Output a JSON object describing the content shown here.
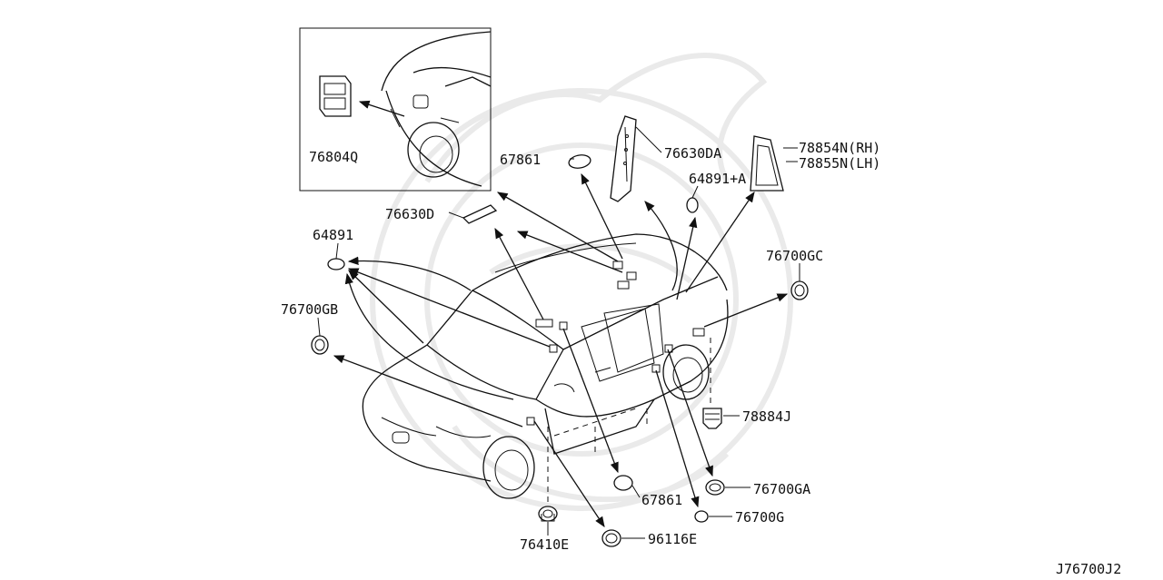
{
  "diagram": {
    "code": "J76700J2",
    "labels": {
      "p76804Q": "76804Q",
      "p67861_top": "67861",
      "p76630DA": "76630DA",
      "p78854N": "78854N(RH)",
      "p78855N": "78855N(LH)",
      "p64891A": "64891+A",
      "p76630D": "76630D",
      "p64891": "64891",
      "p76700GC": "76700GC",
      "p76700GB": "76700GB",
      "p78884J": "78884J",
      "p76700GA": "76700GA",
      "p67861_bottom": "67861",
      "p76700G": "76700G",
      "p76410E": "76410E",
      "p96116E": "96116E"
    }
  }
}
